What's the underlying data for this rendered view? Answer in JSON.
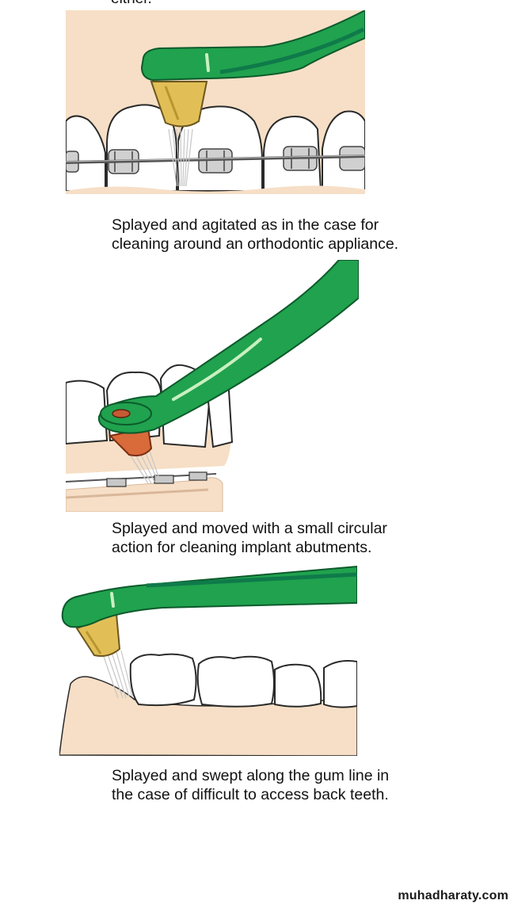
{
  "top_cut_text": "either.",
  "captions": [
    {
      "line1": "Splayed and agitated as in the case for",
      "line2": "cleaning around an orthodontic appliance."
    },
    {
      "line1": "Splayed and moved with a small circular",
      "line2": "action for cleaning implant abutments."
    },
    {
      "line1": "Splayed and swept along the gum line in",
      "line2": "the case of difficult to access back teeth."
    }
  ],
  "watermark": "muhadharaty.com",
  "colors": {
    "handle": "#20a24e",
    "handle_stripe": "#0f7a4a",
    "gum": "#f6dfc6",
    "tooth_outline": "#2a2a2a",
    "brush_head_gold": "#e2bf56",
    "brush_head_orange": "#d96a3a"
  },
  "illustrations": [
    {
      "name": "orthodontic-brushing-illustration"
    },
    {
      "name": "implant-abutment-brushing-illustration"
    },
    {
      "name": "gum-line-brushing-illustration"
    }
  ]
}
